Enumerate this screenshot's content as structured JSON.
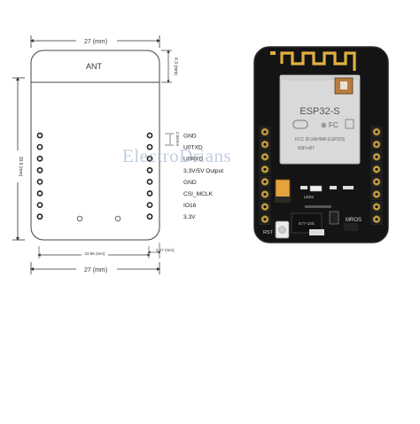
{
  "dimensions": {
    "width_top": "27 (mm)",
    "width_bottom": "27 (mm)",
    "pin_span": "22.86 (mm)",
    "edge_offset": "2.07 (mm)",
    "height": "39.9 (mm)",
    "antenna_height": "4.3 (mm)",
    "pin_pitch": "2.54mm"
  },
  "board_outline": {
    "antenna_label": "ANT"
  },
  "pin_labels": [
    "GND",
    "U0TXD",
    "U0RXD",
    "3.3V/5V Output",
    "GND",
    "CSI_MCLK",
    "IO16",
    "3.3V"
  ],
  "watermark": "ElectroDrians",
  "module": {
    "name": "ESP32-S",
    "fcc": "FCC ID:2AHMR-ESP32S",
    "wifi": "WiFi+BT",
    "led_label": "LED1",
    "chip_label": "E77-10S",
    "logo_label": "MROS",
    "reset_label": "RST"
  },
  "colors": {
    "pcb": "#141414",
    "pcb_edge": "#2a2a2a",
    "antenna_trace": "#e0b040",
    "header_gold": "#c9a24a",
    "shield": "#d9d9d9",
    "capacitor": "#e6a23c",
    "dimension_line": "#333333"
  }
}
